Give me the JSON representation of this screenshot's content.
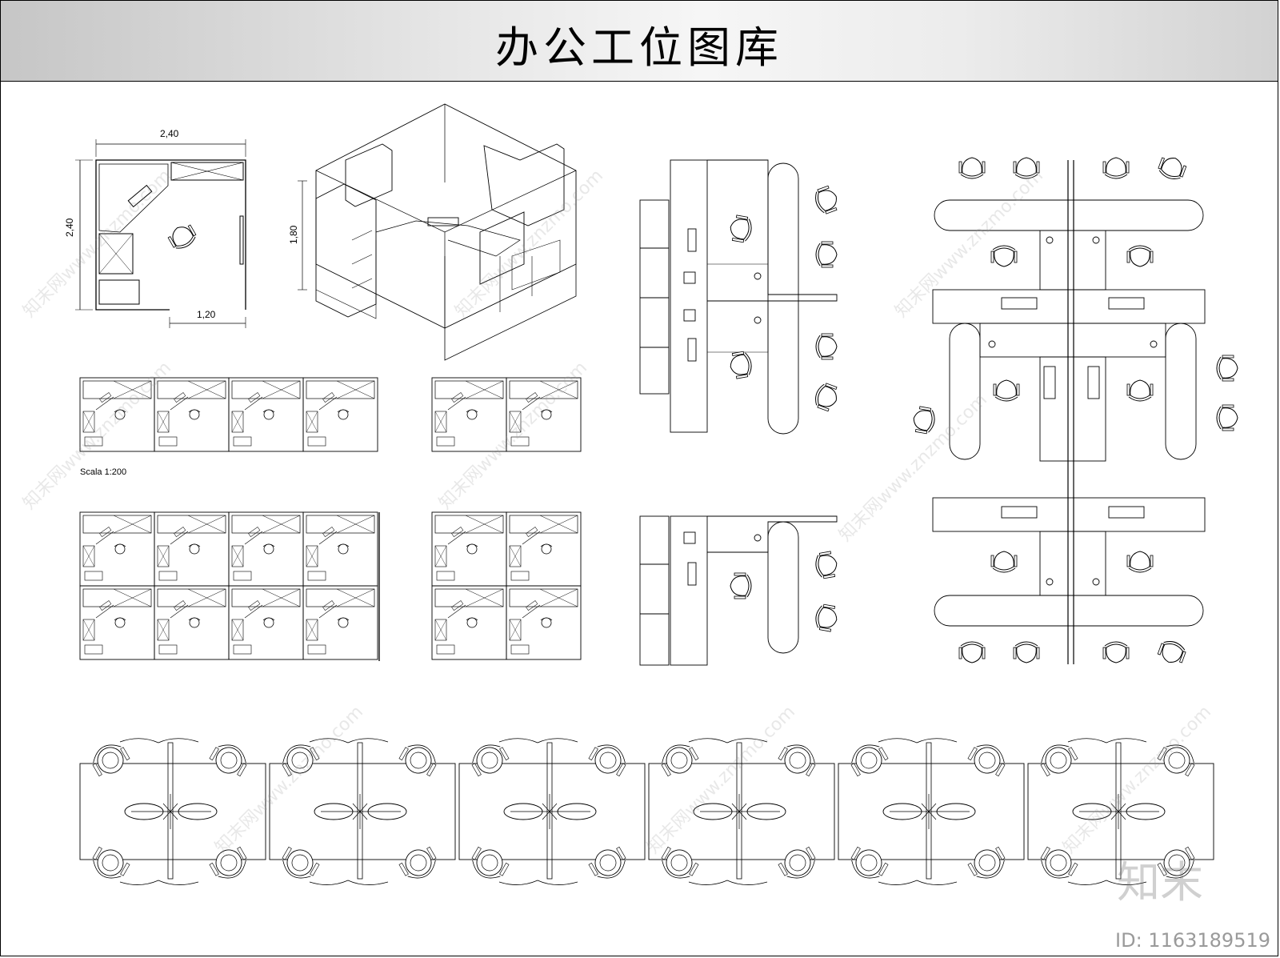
{
  "header": {
    "title": "办公工位图库"
  },
  "dimensions": {
    "width_top": "2,40",
    "height_left": "2,40",
    "opening": "1,20",
    "iso_height": "1,80"
  },
  "scale_label": "Scala 1:200",
  "watermark": {
    "text": "知末网www.znzmo.com"
  },
  "brand": {
    "logo_text": "知末",
    "id_label": "ID: 1163189519"
  }
}
